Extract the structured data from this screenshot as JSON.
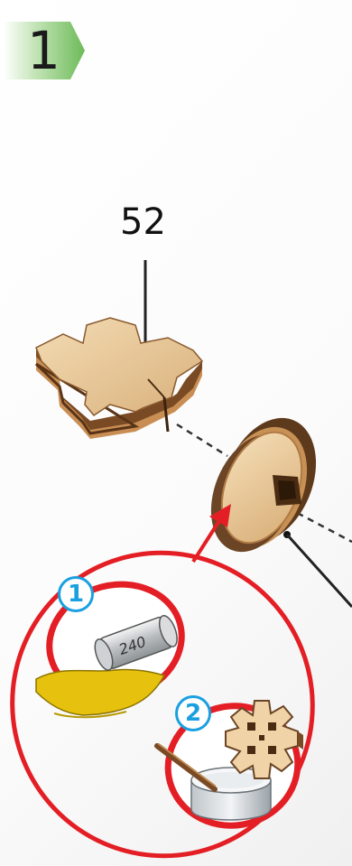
{
  "step": {
    "number": "1"
  },
  "part": {
    "label": "52"
  },
  "steps": [
    {
      "number": "1",
      "tool": "sandpaper",
      "grit": "240"
    },
    {
      "number": "2",
      "tool": "glue"
    }
  ],
  "colors": {
    "badge_green": "#7cc46a",
    "highlight_red": "#e31e24",
    "step_blue": "#1aa0e0",
    "wood_light": "#e8c493",
    "wood_dark": "#6b4526",
    "sandpaper_yellow": "#e6c20e"
  }
}
